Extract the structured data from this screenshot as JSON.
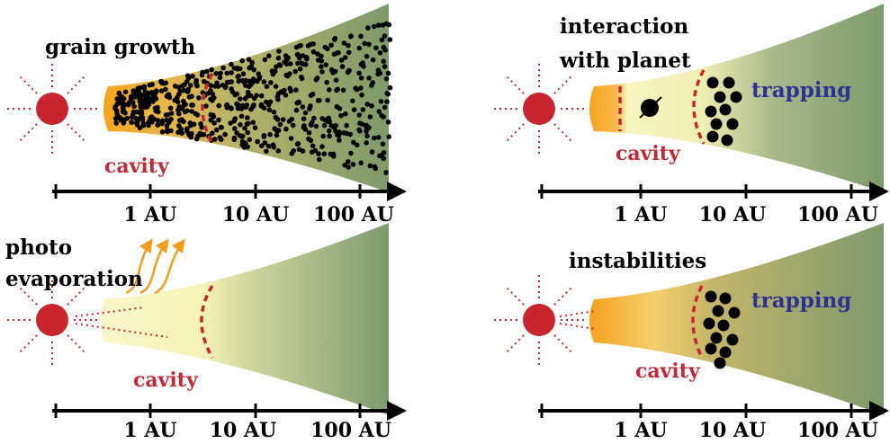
{
  "colors": {
    "star": "#c8252f",
    "cavity_text": "#c02a36",
    "trapping_text": "#2e3192",
    "grain": "#000000",
    "axis": "#000000",
    "disk_inner_orange": "#f5a623",
    "disk_pale_yellow": "#f6f3b8",
    "disk_green": "#7d9c6c",
    "photo_arrow": "#f39c1f"
  },
  "axis_ticks": [
    "1 AU",
    "10 AU",
    "100 AU"
  ],
  "panels": [
    {
      "id": "grain-growth",
      "title_lines": [
        "grain growth"
      ],
      "cavity_label": "cavity",
      "trapping_label": ""
    },
    {
      "id": "planet",
      "title_lines": [
        "interaction",
        "with planet"
      ],
      "cavity_label": "cavity",
      "trapping_label": "trapping"
    },
    {
      "id": "photoevaporation",
      "title_lines": [
        "photo",
        "evaporation"
      ],
      "cavity_label": "cavity",
      "trapping_label": ""
    },
    {
      "id": "instabilities",
      "title_lines": [
        "instabilities"
      ],
      "cavity_label": "cavity",
      "trapping_label": "trapping"
    }
  ]
}
